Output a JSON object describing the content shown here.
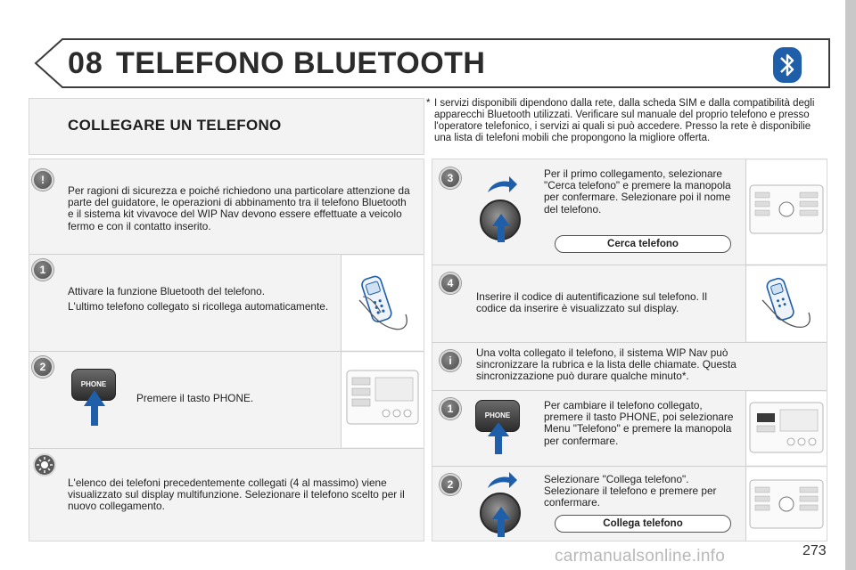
{
  "header": {
    "chapter": "08",
    "title": "TELEFONO BLUETOOTH"
  },
  "section": {
    "title": "COLLEGARE UN TELEFONO"
  },
  "footnote": {
    "star": "*",
    "text": "I servizi disponibili dipendono dalla rete, dalla scheda SIM e dalla compatibilità degli apparecchi Bluetooth utilizzati. Verificare sul manuale del proprio telefono e presso l'operatore telefonico, i servizi ai quali si può accedere. Presso la rete è disponibilie una lista di telefoni mobili che propongono la migliore offerta."
  },
  "left": {
    "warning": {
      "badge": "!",
      "text": "Per ragioni di sicurezza e poiché richiedono una particolare attenzione da parte del guidatore, le operazioni di abbinamento tra il telefono Bluetooth e il sistema kit vivavoce del WIP Nav devono essere effettuate a veicolo fermo e con il contatto inserito."
    },
    "step1": {
      "badge": "1",
      "line1": "Attivare la funzione Bluetooth del telefono.",
      "line2": "L'ultimo telefono collegato si ricollega automaticamente."
    },
    "step2": {
      "badge": "2",
      "key_label": "PHONE",
      "text": "Premere il tasto PHONE."
    },
    "tip": {
      "text": "L'elenco dei telefoni precedentemente collegati (4 al massimo) viene visualizzato sul display multifunzione. Selezionare il telefono scelto per il nuovo collegamento."
    }
  },
  "right": {
    "step3": {
      "badge": "3",
      "text": "Per il primo collegamento, selezionare \"Cerca telefono\" e premere la manopola per confermare. Selezionare poi il nome del telefono.",
      "pill": "Cerca telefono"
    },
    "step4": {
      "badge": "4",
      "text": "Inserire il codice di autentificazione sul telefono. Il codice da inserire è visualizzato sul display."
    },
    "info": {
      "badge": "i",
      "text": "Una volta collegato il telefono, il sistema WIP Nav può sincronizzare la rubrica e la lista delle chiamate. Questa sincronizzazione può durare qualche minuto*."
    },
    "step1b": {
      "badge": "1",
      "key_label": "PHONE",
      "text": "Per cambiare il telefono collegato, premere il tasto PHONE, poi selezionare Menu \"Telefono\" e premere la manopola per confermare."
    },
    "step2b": {
      "badge": "2",
      "text": "Selezionare \"Collega telefono\". Selezionare il telefono e premere per confermare.",
      "pill": "Collega telefono"
    }
  },
  "footer": {
    "page": "273",
    "watermark": "carmanualsonline.info"
  },
  "colors": {
    "bluetooth": "#1f5ea8",
    "arrow": "#1f5ea8",
    "panel": "#f3f3f3"
  }
}
